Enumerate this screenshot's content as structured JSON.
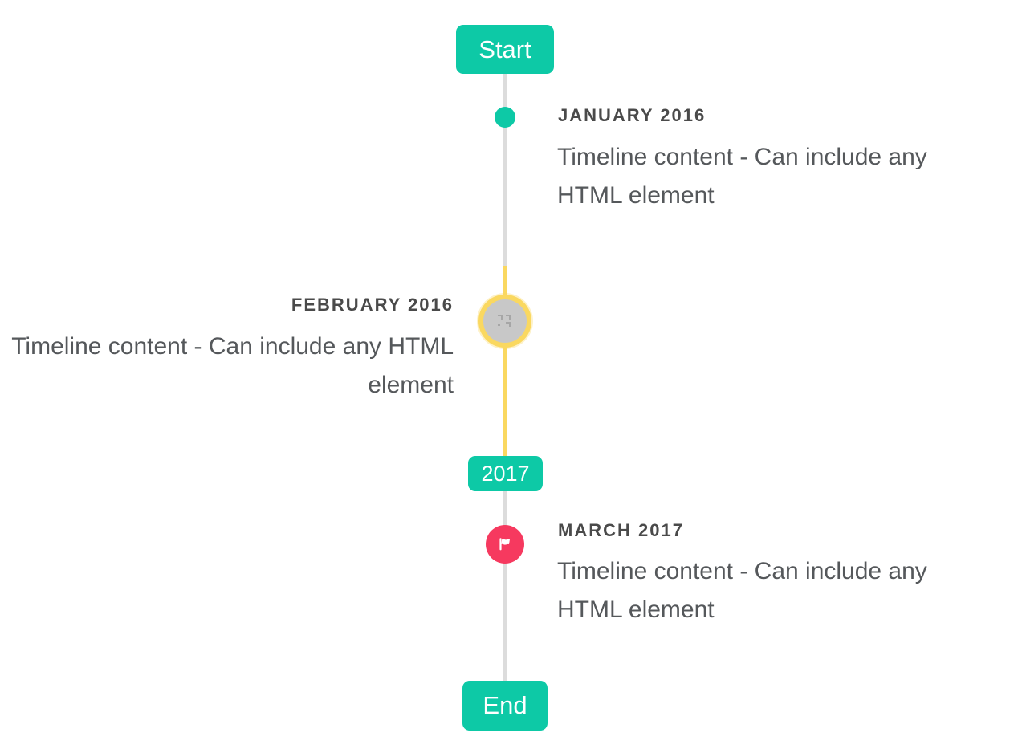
{
  "timeline": {
    "start_label": "Start",
    "year_divider_label": "2017",
    "end_label": "End",
    "items": [
      {
        "date": "JANUARY 2016",
        "content": "Timeline content - Can include any HTML element",
        "side": "right",
        "marker": "teal-dot",
        "selected": false
      },
      {
        "date": "FEBRUARY 2016",
        "content": "Timeline content - Can include any HTML element",
        "side": "left",
        "marker": "image-placeholder",
        "selected": true
      },
      {
        "date": "MARCH 2017",
        "content": "Timeline content - Can include any HTML element",
        "side": "right",
        "marker": "flag",
        "selected": false
      }
    ],
    "colors": {
      "accent_teal": "#0dc9a6",
      "selected_yellow": "#fad860",
      "line_gray": "#dcdcdc",
      "flag_red": "#f6395f",
      "placeholder_gray": "#c8c8c8",
      "date_label_text": "#4a4a4a",
      "content_text": "#55585b"
    }
  }
}
